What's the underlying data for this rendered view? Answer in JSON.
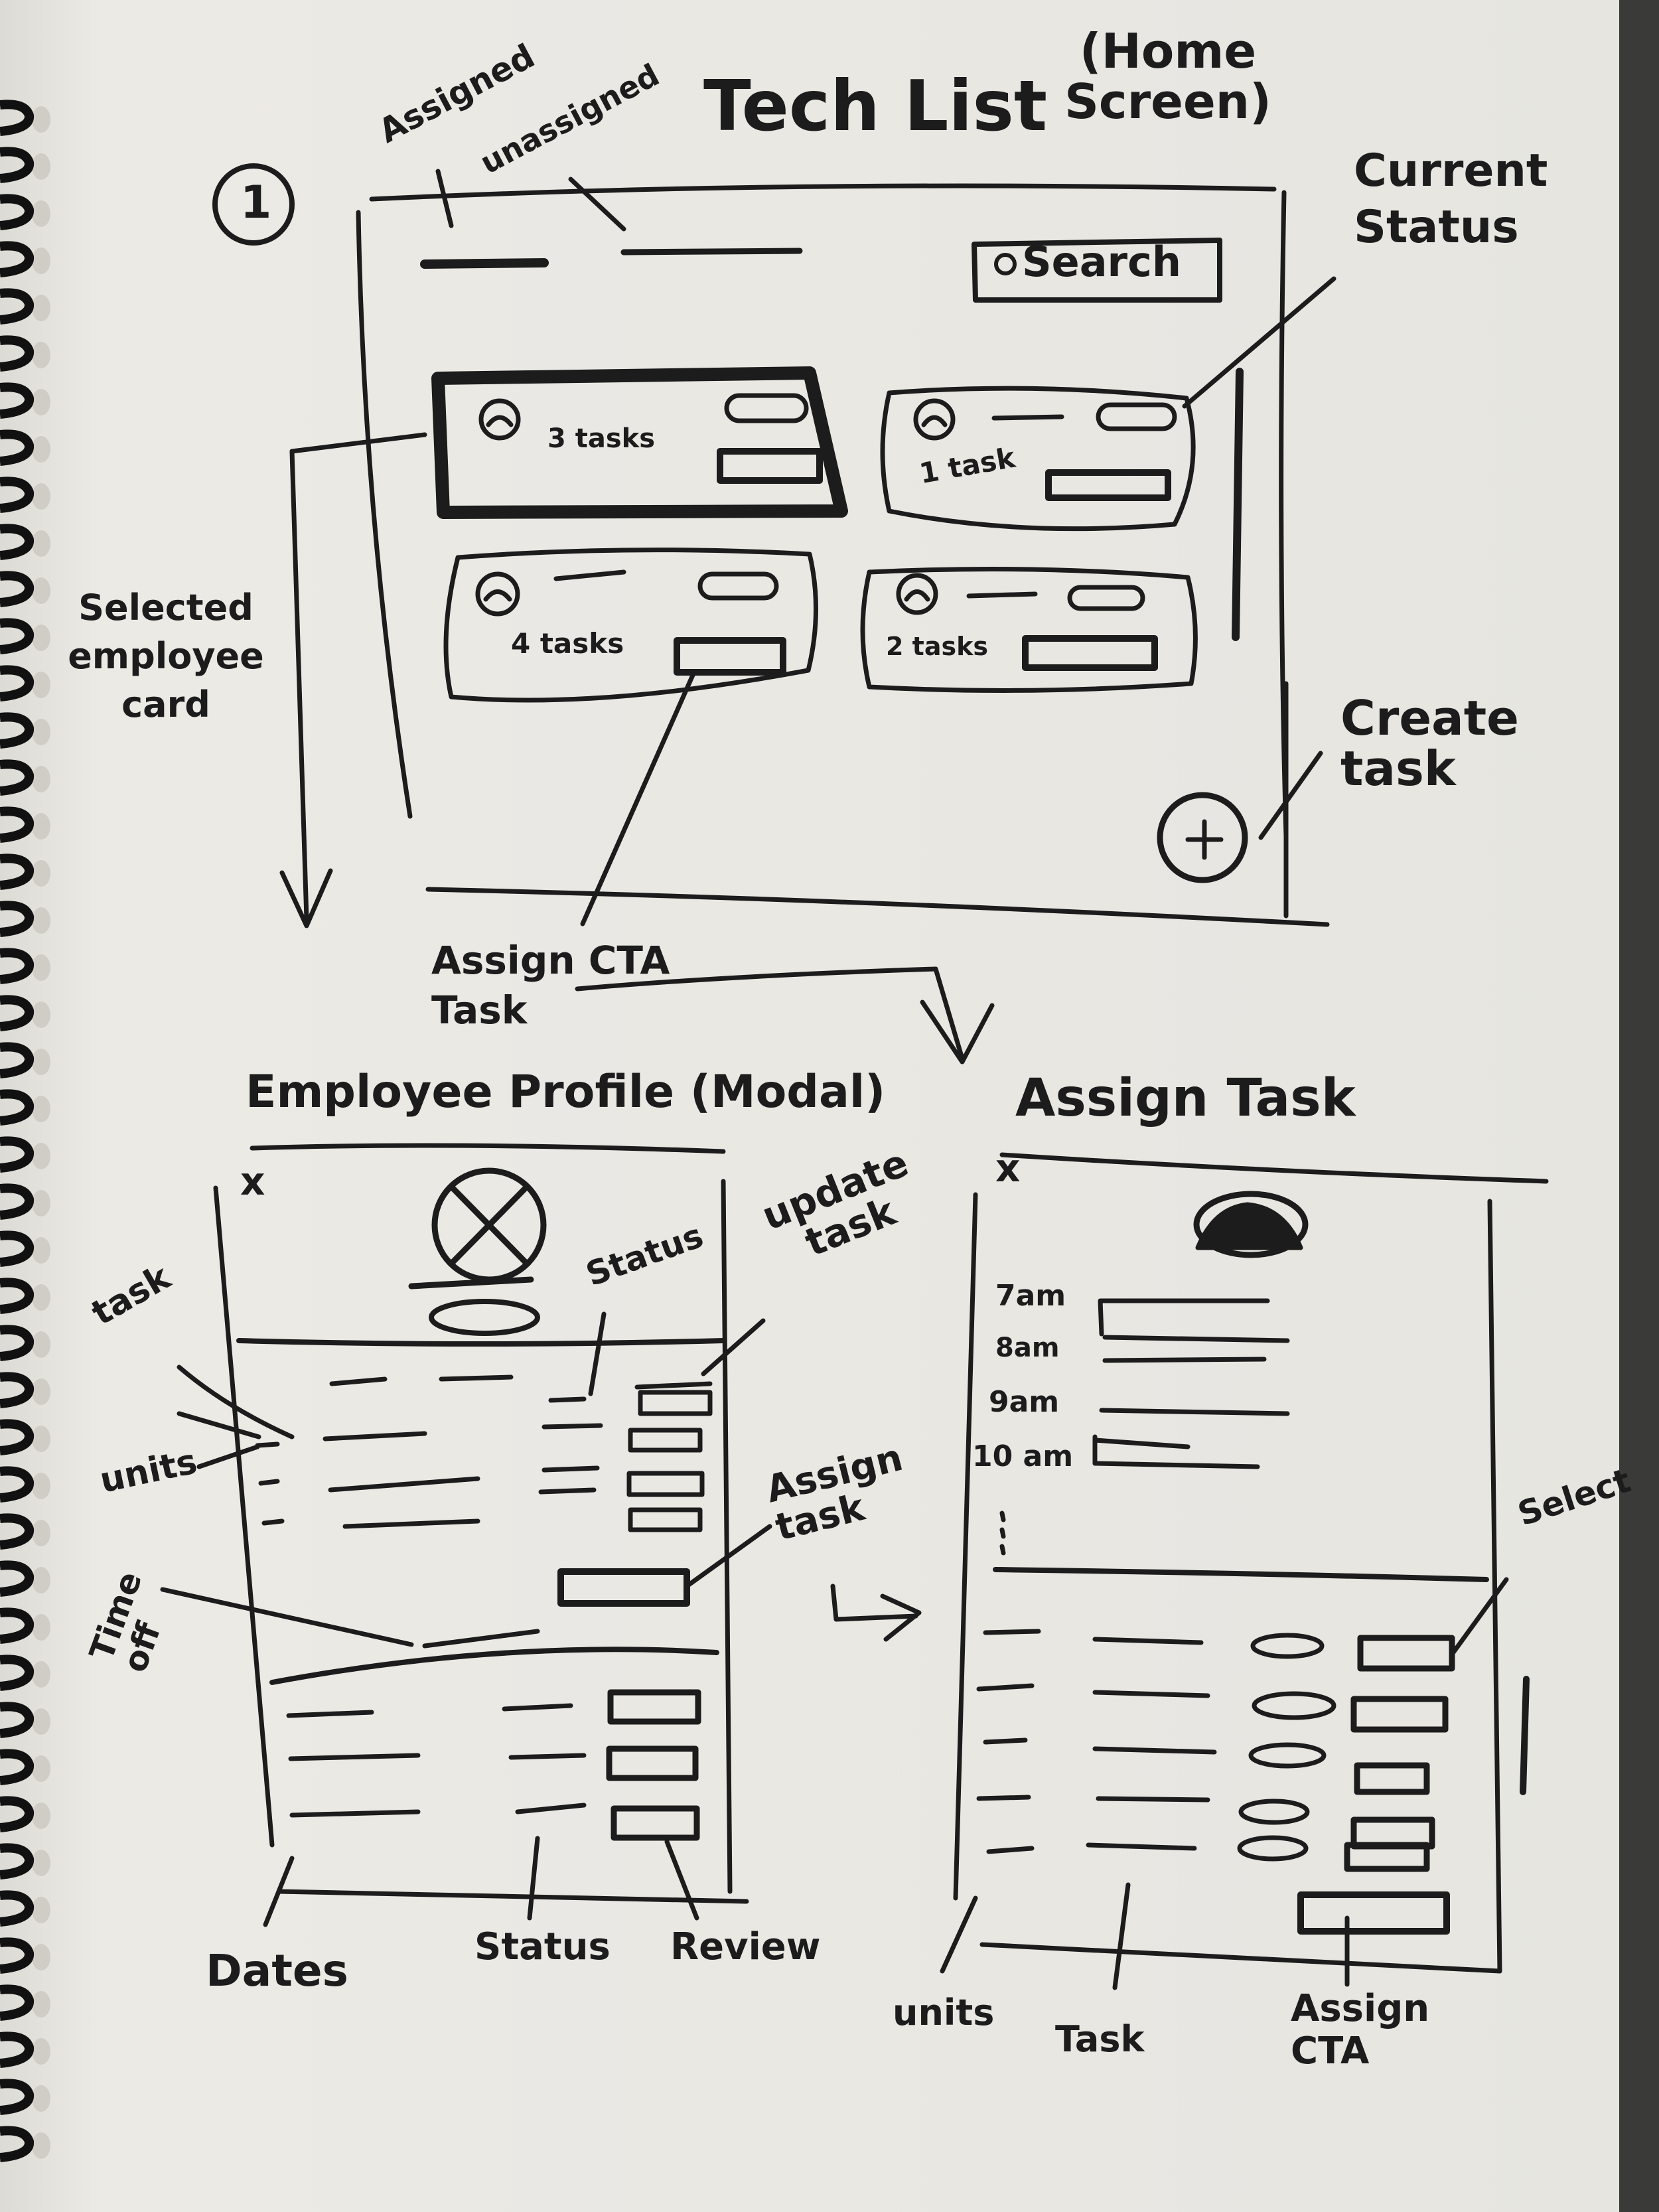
{
  "home": {
    "title": "Tech List",
    "title_paren": "(Home Screen)",
    "step_number": "1",
    "tab_assigned": "Assigned",
    "tab_unassigned": "unassigned",
    "search_label": "Search",
    "cards": [
      {
        "tasks": "3 tasks",
        "selected": true
      },
      {
        "tasks": "1 task",
        "selected": false
      },
      {
        "tasks": "4 tasks",
        "selected": false
      },
      {
        "tasks": "2 tasks",
        "selected": false
      }
    ],
    "annotations": {
      "current_status": "Current Status",
      "create_task": "Create task",
      "selected_card": "Selected employee card",
      "assign_cta": "Assign CTA Task"
    }
  },
  "profile": {
    "title": "Employee Profile (Modal)",
    "close": "x",
    "annotations": {
      "task": "task",
      "status_top": "Status",
      "update_task": "update task",
      "units": "units",
      "assign_task": "Assign task",
      "time_off": "Time off",
      "dates": "Dates",
      "status_bottom": "Status",
      "review": "Review"
    }
  },
  "assign": {
    "title": "Assign Task",
    "close": "x",
    "times": [
      "7am",
      "8am",
      "9am",
      "10 am"
    ],
    "annotations": {
      "select": "Select",
      "units": "units",
      "task": "Task",
      "assign_cta": "Assign CTA"
    }
  },
  "colors": {
    "paper": "#e9e8e3",
    "ink": "#1c1c1c",
    "binding": "#111111"
  }
}
